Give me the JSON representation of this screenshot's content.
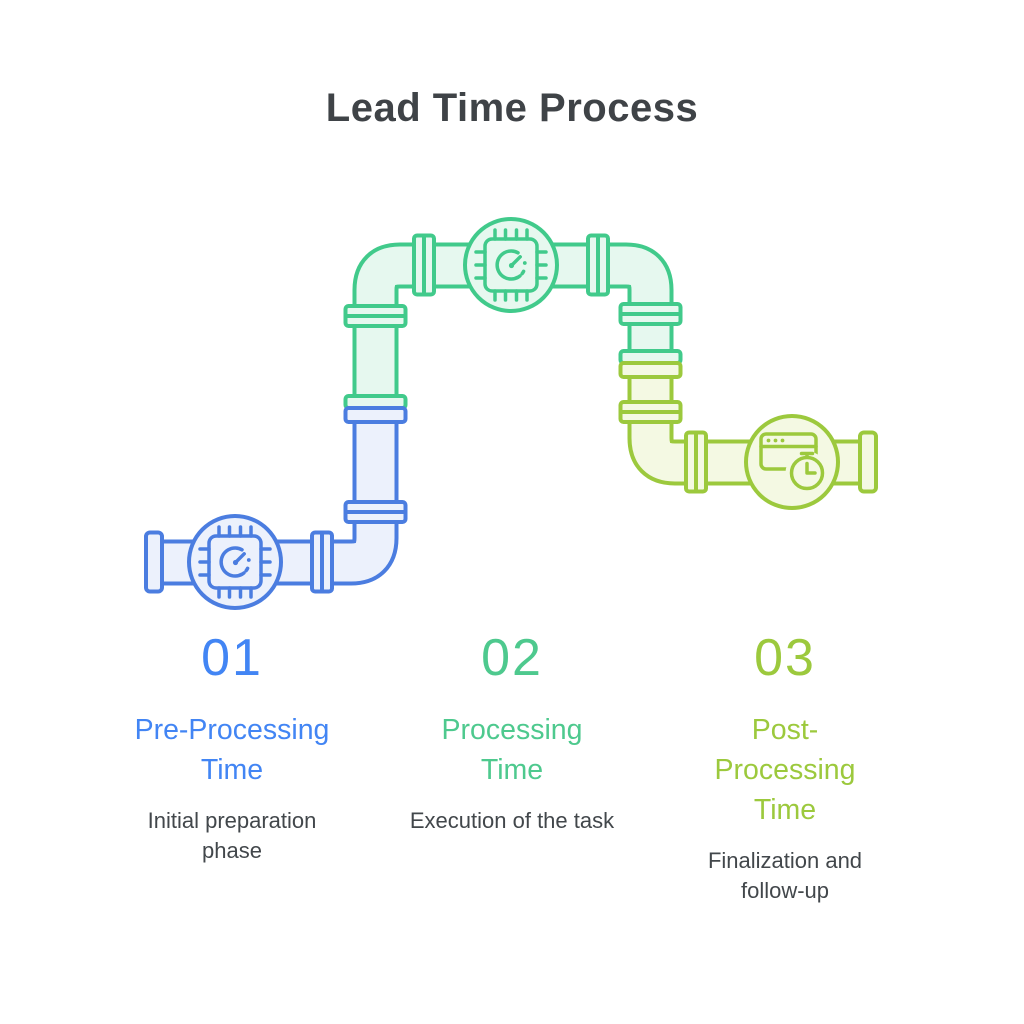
{
  "title": "Lead Time Process",
  "stages": [
    {
      "number": "01",
      "label": "Pre-Processing Time",
      "description": "Initial preparation phase",
      "icon": "chip-gauge-icon",
      "color_theme": "blue"
    },
    {
      "number": "02",
      "label": "Processing Time",
      "description": "Execution of the task",
      "icon": "chip-gauge-icon",
      "color_theme": "green"
    },
    {
      "number": "03",
      "label": "Post-Processing Time",
      "description": "Finalization and follow-up",
      "icon": "browser-timer-icon",
      "color_theme": "yellow-green"
    }
  ],
  "colors": {
    "css": {
      "--c1-stroke": "#4b7de0",
      "--c1-fill": "#ecf1fc",
      "--c1-text": "#4285f4",
      "--c2-stroke": "#41ca8b",
      "--c2-fill": "#e6f8ef",
      "--c2-text": "#4ec98e",
      "--c3-stroke": "#9cc93d",
      "--c3-fill": "#f4f9e3",
      "--c3-text": "#9cc93d",
      "--title-color": "#3f4347",
      "--desc-color": "#42474b"
    }
  }
}
